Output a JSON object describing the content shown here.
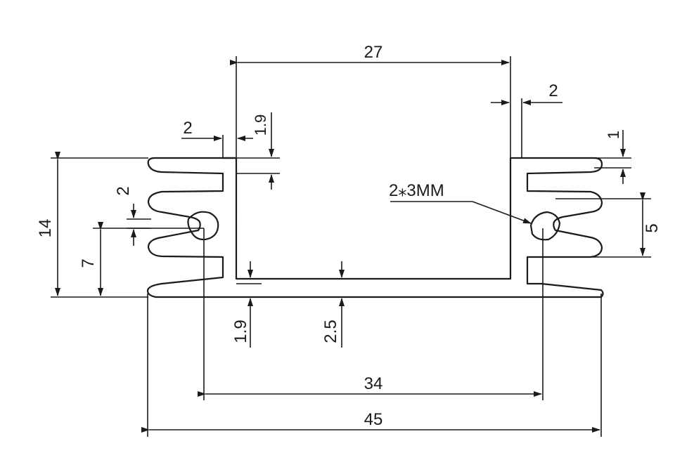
{
  "dimensions": {
    "inner_width": "27",
    "wall_right": "2",
    "fin_gap_left": "2",
    "wall_left": "1.9",
    "fin_tip": "1",
    "hole_note": "2⁎3MM",
    "fin_space": "2",
    "total_height": "14",
    "hole_height": "7",
    "fin_pitch": "5",
    "base_step": "1.9",
    "base_thickness": "2.5",
    "hole_spacing": "34",
    "total_width": "45"
  },
  "colors": {
    "line": "#1a1a1a",
    "background": "#ffffff"
  }
}
